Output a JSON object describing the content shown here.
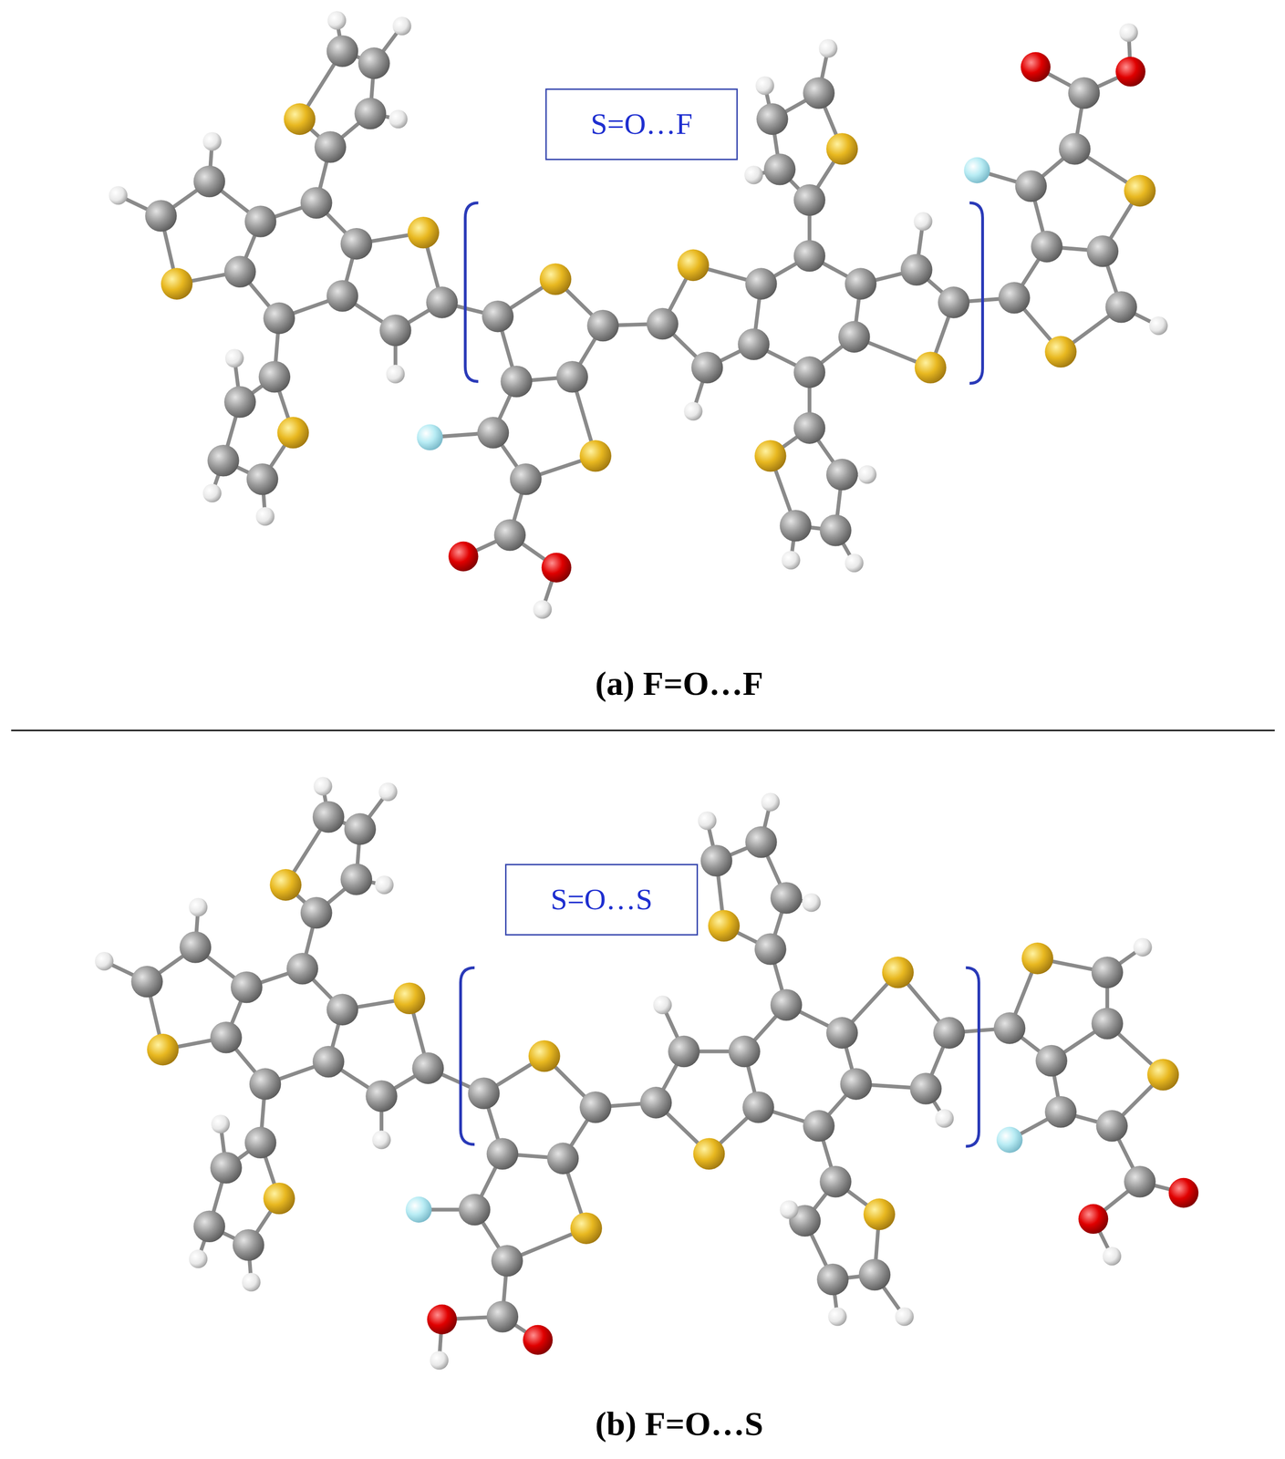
{
  "diagram": {
    "nodes": [
      {
        "text": [
          "S=O…F"
        ]
      },
      {
        "text": [
          "S=O…S"
        ]
      }
    ],
    "labels": [
      "(a) F=O…F",
      "(b) F=O…S"
    ]
  }
}
